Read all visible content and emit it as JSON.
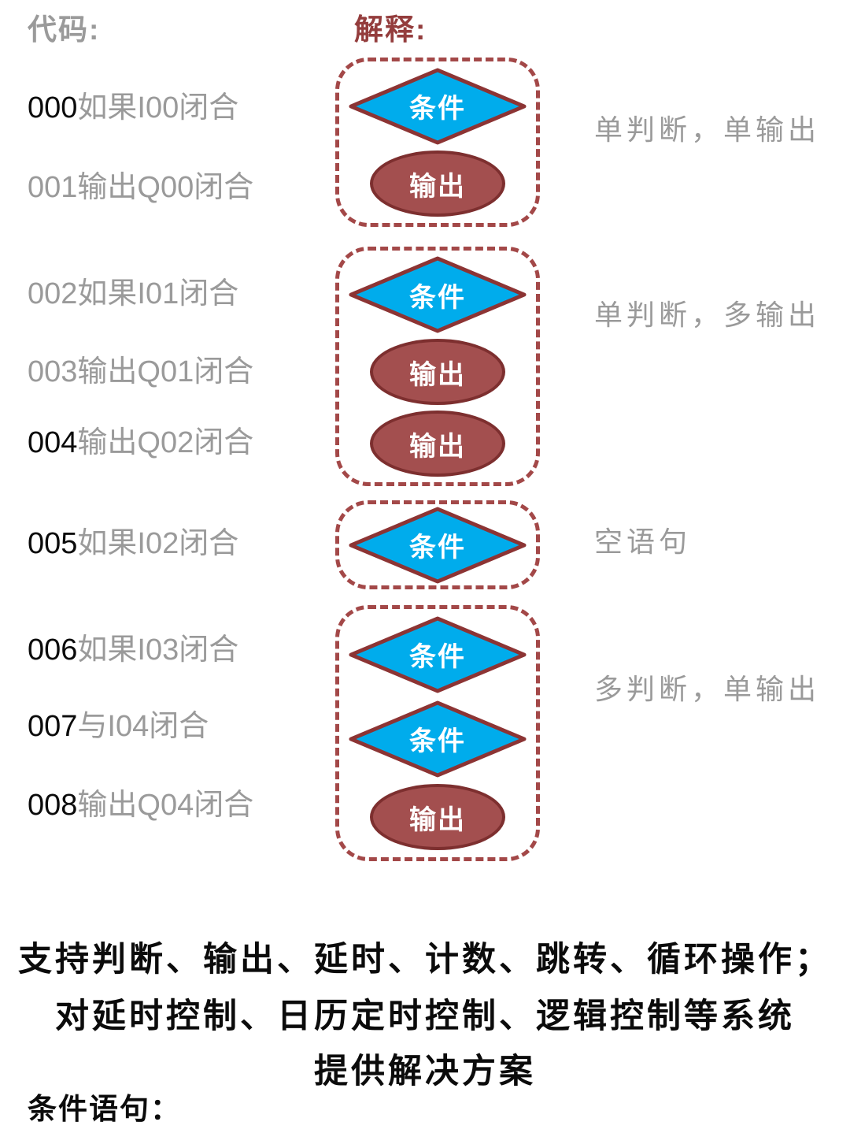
{
  "colors": {
    "gray_text": "#9a9a9a",
    "black_text": "#0b0b0b",
    "header_red": "#943d3d",
    "dash_red": "#a34848",
    "diamond_fill": "#00acec",
    "diamond_stroke": "#8c3434",
    "ellipse_fill": "#a34f4f",
    "ellipse_stroke": "#7d2f2f",
    "shape_text": "#ffffff"
  },
  "headers": {
    "code": "代码:",
    "explain": "解释:"
  },
  "labels": {
    "condition": "条件",
    "output": "输出"
  },
  "code_lines": [
    {
      "num": "000",
      "rest": "如果I00闭合"
    },
    {
      "num": "001",
      "rest": "输出Q00闭合"
    },
    {
      "num": "002",
      "rest": "如果I01闭合"
    },
    {
      "num": "003",
      "rest": "输出Q01闭合"
    },
    {
      "num": "004",
      "rest": "输出Q02闭合"
    },
    {
      "num": "005",
      "rest": "如果I02闭合"
    },
    {
      "num": "006",
      "rest": "如果I03闭合"
    },
    {
      "num": "007",
      "rest": "与I04闭合"
    },
    {
      "num": "008",
      "rest": "输出Q04闭合"
    }
  ],
  "explanations": [
    {
      "label": "单判断，单输出"
    },
    {
      "label": "单判断，多输出"
    },
    {
      "label": "空语句"
    },
    {
      "label": "多判断，单输出"
    }
  ],
  "footer": {
    "line1": "支持判断、输出、延时、计数、跳转、循环操作；",
    "line2": "对延时控制、日历定时控制、逻辑控制等系统",
    "line3": "提供解决方案",
    "line4": "条件语句："
  }
}
